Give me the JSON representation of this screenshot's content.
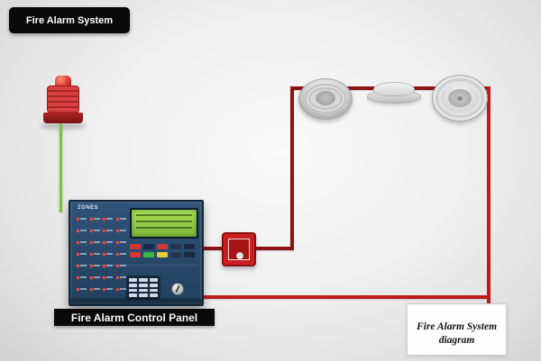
{
  "badge": {
    "label": "Fire Alarm System"
  },
  "panel": {
    "caption": "Fire Alarm Control Panel",
    "zones_label": "ZONES"
  },
  "caption_box": {
    "line1": "Fire Alarm System",
    "line2": "diagram"
  },
  "colors": {
    "wire_primary": "#8e1414",
    "wire_secondary": "#bf1d1d",
    "wire_ground_green": "#7cc142",
    "panel_body": "#2b4a6b",
    "lcd_green": "#8fc944",
    "device_red": "#cc1f1f"
  },
  "devices": {
    "sounder": "fire-alarm-sounder",
    "call_point": "manual-call-point",
    "detectors": [
      "smoke-detector-left",
      "smoke-detector-middle",
      "smoke-detector-right"
    ]
  }
}
